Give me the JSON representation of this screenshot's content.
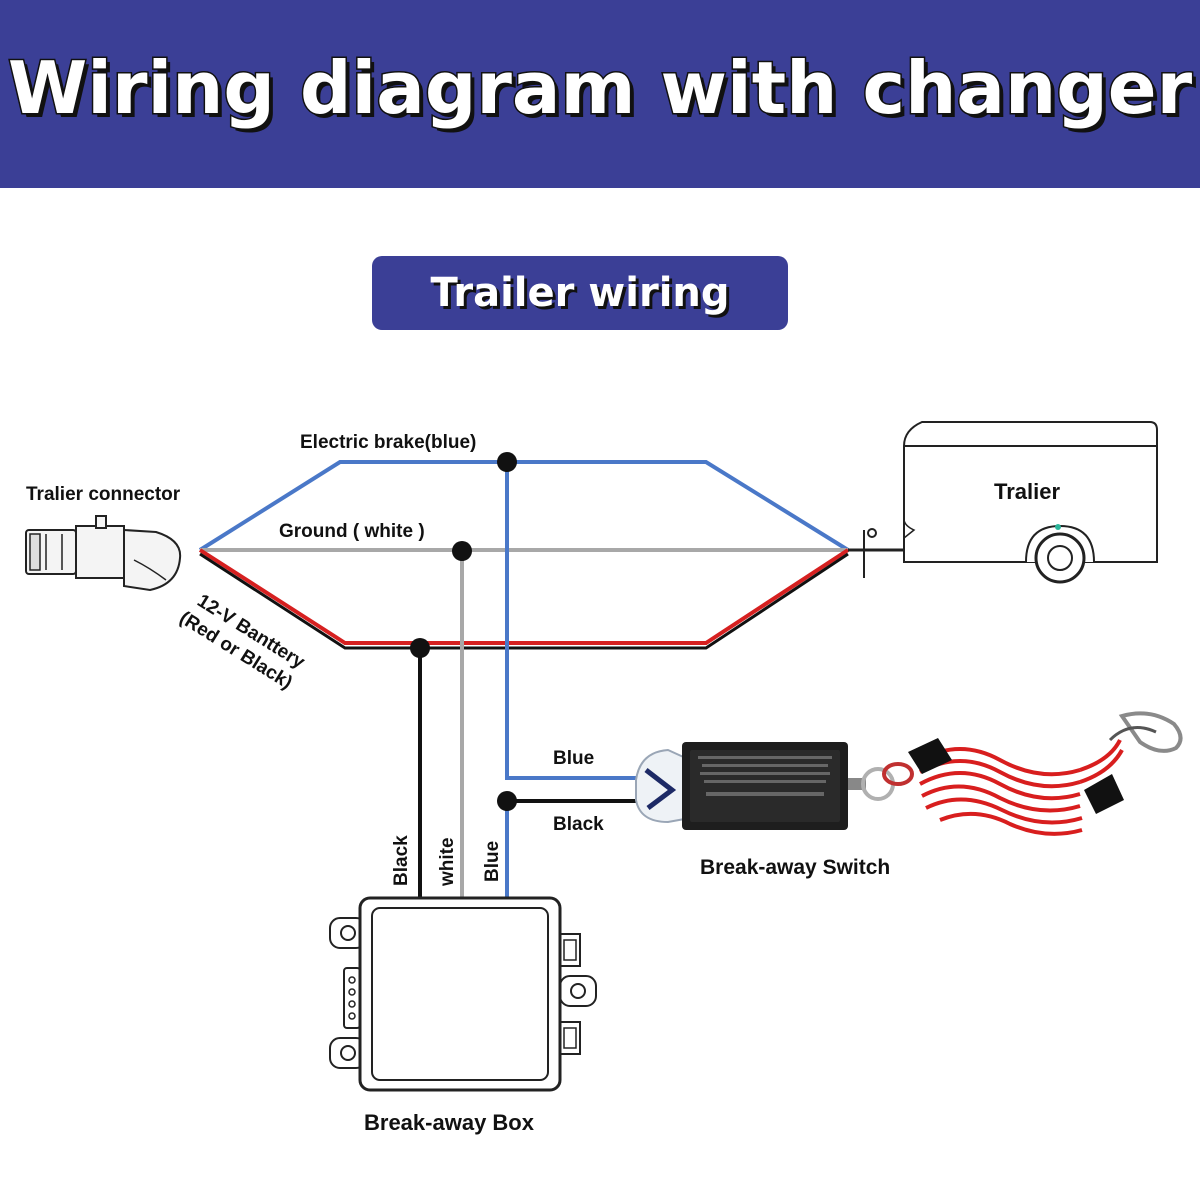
{
  "header": {
    "title": "Wiring diagram with changer"
  },
  "section": {
    "title": "Trailer wiring"
  },
  "labels": {
    "trailer_connector": "Tralier connector",
    "trailer": "Tralier",
    "electric_brake": "Electric brake(blue)",
    "ground": "Ground ( white )",
    "battery_line1": "12-V Banttery",
    "battery_line2": "(Red or Black)",
    "blue_switch": "Blue",
    "black_switch": "Black",
    "box_black": "Black",
    "box_white": "white",
    "box_blue": "Blue",
    "breakaway_switch": "Break-away Switch",
    "breakaway_box": "Break-away Box"
  },
  "colors": {
    "header_bg": "#3b3f96",
    "wire_blue": "#4a78c8",
    "wire_white": "#a8a8a8",
    "wire_red": "#d62020",
    "wire_black": "#111111",
    "coil_red": "#d81e1e"
  },
  "icons": {
    "connector": "trailer-plug-icon",
    "trailer": "trailer-icon",
    "switch": "breakaway-switch-icon",
    "box": "breakaway-box-icon"
  }
}
